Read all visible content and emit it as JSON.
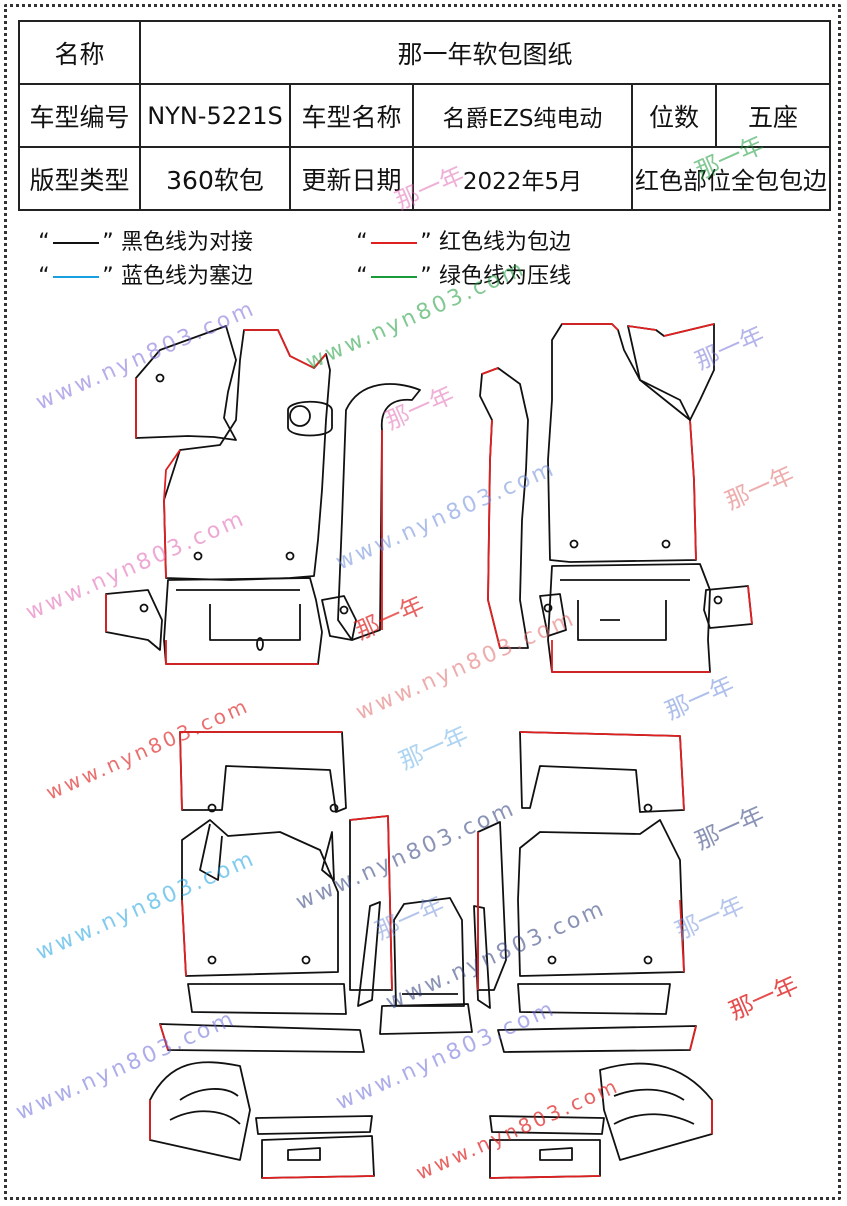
{
  "table": {
    "name_label": "名称",
    "name_value": "那一年软包图纸",
    "code_label": "车型编号",
    "code_value": "NYN-5221S",
    "model_label": "车型名称",
    "model_value": "名爵EZS纯电动",
    "seats_label": "位数",
    "seats_value": "五座",
    "type_label": "版型类型",
    "type_value": "360软包",
    "date_label": "更新日期",
    "date_value": "2022年5月",
    "note_value": "红色部位全包包边"
  },
  "legend": {
    "black": {
      "text": "黑色线为对接",
      "color": "#111111"
    },
    "red": {
      "text": "红色线为包边",
      "color": "#e02020"
    },
    "blue": {
      "text": "蓝色线为塞边",
      "color": "#1aa0e0"
    },
    "green": {
      "text": "绿色线为压线",
      "color": "#1a9a3a"
    },
    "quote_open": "“",
    "quote_close": "”"
  },
  "watermarks": {
    "url": "www.nyn803.com",
    "brand": "那一年"
  },
  "colors": {
    "outline": "#111111",
    "edge": "#e02020",
    "border": "#333333"
  }
}
